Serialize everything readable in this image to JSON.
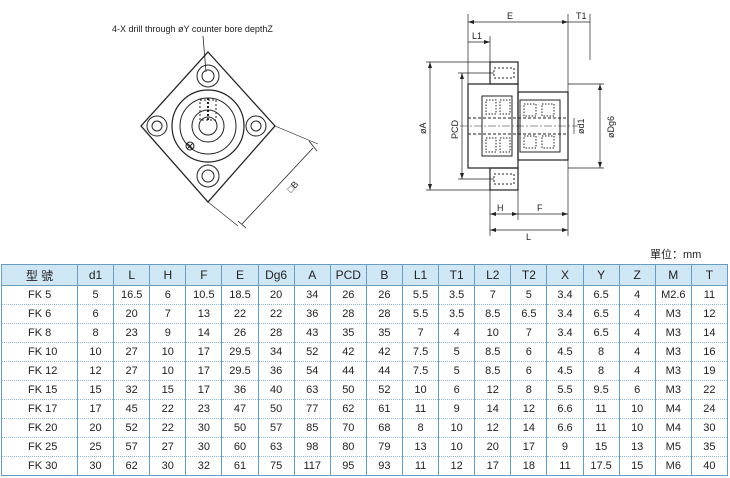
{
  "labels": {
    "drill_note": "4-X drill through øY counter bore depthZ",
    "square_b": "□B",
    "dim_e": "E",
    "dim_t1": "T1",
    "dim_l1": "L1",
    "dim_a": "øA",
    "dim_pcd": "PCD",
    "dim_d1": "ød1",
    "dim_dg6": "øDg6",
    "dim_h": "H",
    "dim_f": "F",
    "dim_l": "L"
  },
  "unit_label": "單位：mm",
  "table": {
    "headers": [
      "型 號",
      "d1",
      "L",
      "H",
      "F",
      "E",
      "Dg6",
      "A",
      "PCD",
      "B",
      "L1",
      "T1",
      "L2",
      "T2",
      "X",
      "Y",
      "Z",
      "M",
      "T"
    ],
    "rows": [
      [
        "FK 5",
        "5",
        "16.5",
        "6",
        "10.5",
        "18.5",
        "20",
        "34",
        "26",
        "26",
        "5.5",
        "3.5",
        "7",
        "5",
        "3.4",
        "6.5",
        "4",
        "M2.6",
        "11"
      ],
      [
        "FK 6",
        "6",
        "20",
        "7",
        "13",
        "22",
        "22",
        "36",
        "28",
        "28",
        "5.5",
        "3.5",
        "8.5",
        "6.5",
        "3.4",
        "6.5",
        "4",
        "M3",
        "12"
      ],
      [
        "FK 8",
        "8",
        "23",
        "9",
        "14",
        "26",
        "28",
        "43",
        "35",
        "35",
        "7",
        "4",
        "10",
        "7",
        "3.4",
        "6.5",
        "4",
        "M3",
        "14"
      ],
      [
        "FK 10",
        "10",
        "27",
        "10",
        "17",
        "29.5",
        "34",
        "52",
        "42",
        "42",
        "7.5",
        "5",
        "8.5",
        "6",
        "4.5",
        "8",
        "4",
        "M3",
        "16"
      ],
      [
        "FK 12",
        "12",
        "27",
        "10",
        "17",
        "29.5",
        "36",
        "54",
        "44",
        "44",
        "7.5",
        "5",
        "8.5",
        "6",
        "4.5",
        "8",
        "4",
        "M3",
        "19"
      ],
      [
        "FK 15",
        "15",
        "32",
        "15",
        "17",
        "36",
        "40",
        "63",
        "50",
        "52",
        "10",
        "6",
        "12",
        "8",
        "5.5",
        "9.5",
        "6",
        "M3",
        "22"
      ],
      [
        "FK 17",
        "17",
        "45",
        "22",
        "23",
        "47",
        "50",
        "77",
        "62",
        "61",
        "11",
        "9",
        "14",
        "12",
        "6.6",
        "11",
        "10",
        "M4",
        "24"
      ],
      [
        "FK 20",
        "20",
        "52",
        "22",
        "30",
        "50",
        "57",
        "85",
        "70",
        "68",
        "8",
        "10",
        "12",
        "14",
        "6.6",
        "11",
        "10",
        "M4",
        "30"
      ],
      [
        "FK 25",
        "25",
        "57",
        "27",
        "30",
        "60",
        "63",
        "98",
        "80",
        "79",
        "13",
        "10",
        "20",
        "17",
        "9",
        "15",
        "13",
        "M5",
        "35"
      ],
      [
        "FK 30",
        "30",
        "62",
        "30",
        "32",
        "61",
        "75",
        "117",
        "95",
        "93",
        "11",
        "12",
        "17",
        "18",
        "11",
        "17.5",
        "15",
        "M6",
        "40"
      ]
    ]
  }
}
